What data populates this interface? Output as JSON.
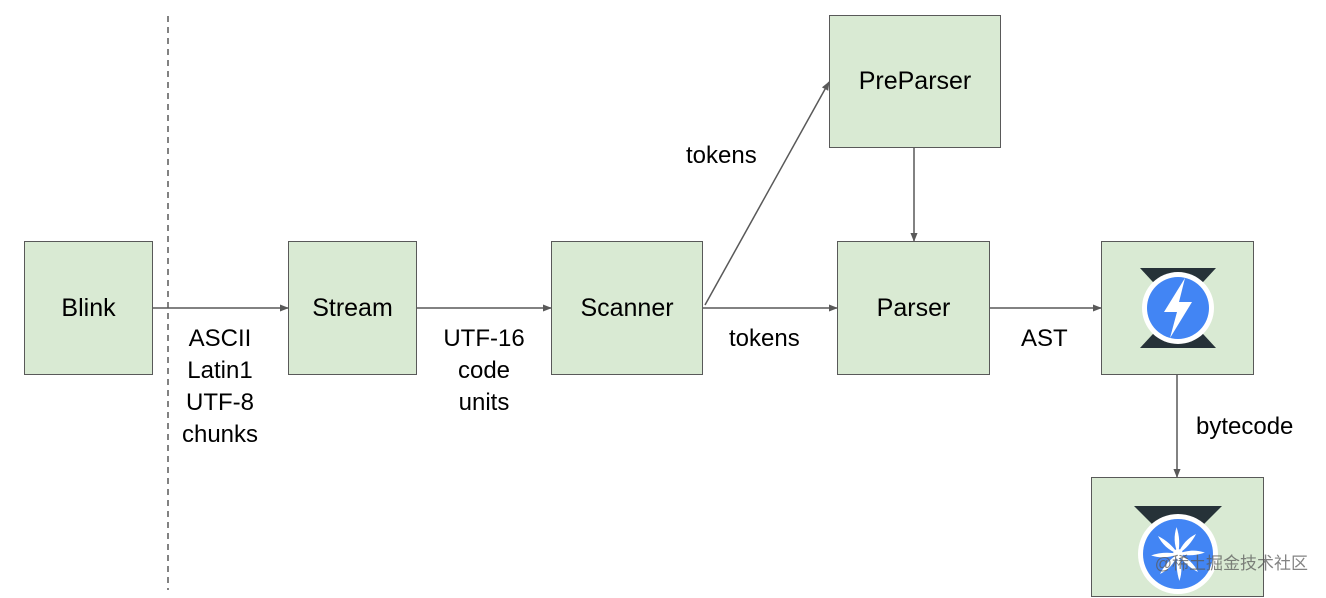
{
  "nodes": {
    "blink": "Blink",
    "stream": "Stream",
    "scanner": "Scanner",
    "preparser": "PreParser",
    "parser": "Parser"
  },
  "edges": {
    "blink_to_stream": [
      "ASCII",
      "Latin1",
      "UTF-8",
      "chunks"
    ],
    "stream_to_scanner": [
      "UTF-16",
      "code",
      "units"
    ],
    "scanner_to_preparser": "tokens",
    "scanner_to_parser": "tokens",
    "parser_to_ignition": "AST",
    "ignition_to_turbofan": "bytecode"
  },
  "icons": {
    "ignition": "ignition-logo-icon",
    "turbofan": "turbofan-logo-icon"
  },
  "colors": {
    "box_fill": "#d9ead3",
    "box_border": "#595959",
    "logo_blue": "#4285f4",
    "logo_dark": "#263238"
  },
  "watermark": "@稀土掘金技术社区"
}
